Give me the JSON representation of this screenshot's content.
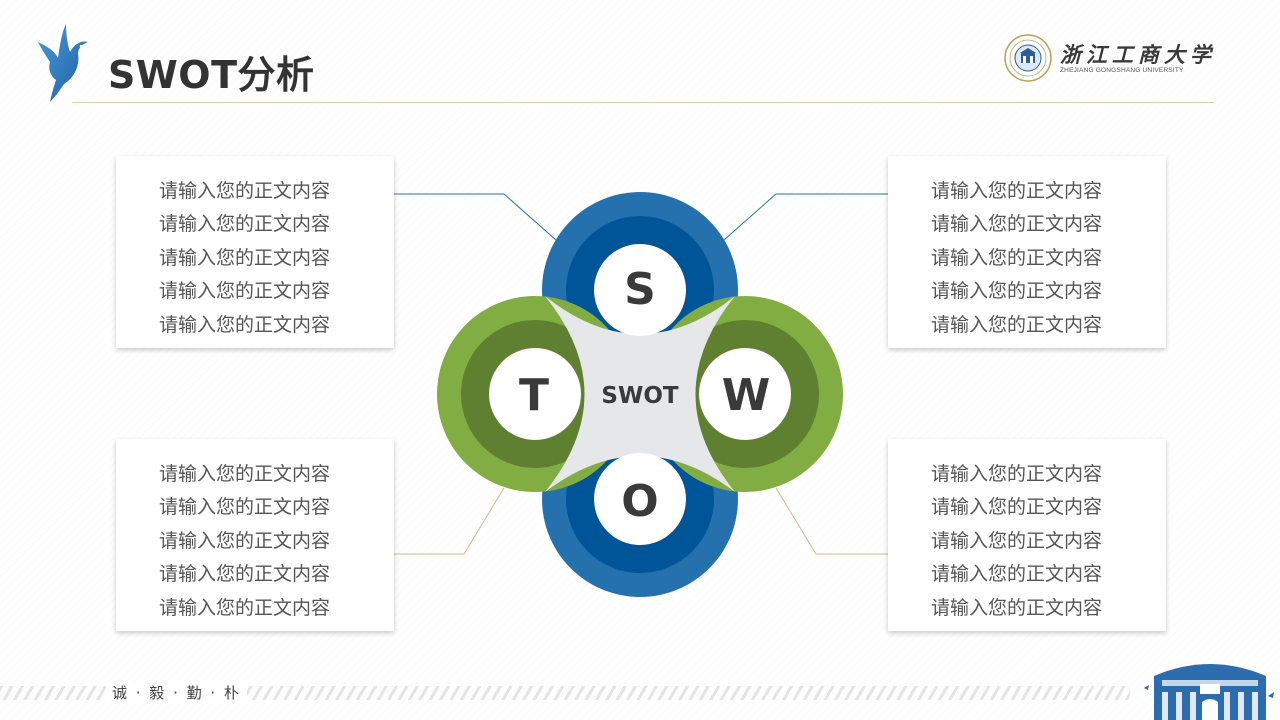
{
  "header": {
    "title": "SWOT分析",
    "logo_cn": "浙江工商大学",
    "logo_en": "ZHEJIANG GONGSHANG UNIVERSITY"
  },
  "swot": {
    "center": "SWOT",
    "letters": {
      "s": "S",
      "w": "W",
      "o": "O",
      "t": "T"
    }
  },
  "boxes": {
    "top_left": [
      "请输入您的正文内容",
      "请输入您的正文内容",
      "请输入您的正文内容",
      "请输入您的正文内容",
      "请输入您的正文内容"
    ],
    "top_right": [
      "请输入您的正文内容",
      "请输入您的正文内容",
      "请输入您的正文内容",
      "请输入您的正文内容",
      "请输入您的正文内容"
    ],
    "bottom_left": [
      "请输入您的正文内容",
      "请输入您的正文内容",
      "请输入您的正文内容",
      "请输入您的正文内容",
      "请输入您的正文内容"
    ],
    "bottom_right": [
      "请输入您的正文内容",
      "请输入您的正文内容",
      "请输入您的正文内容",
      "请输入您的正文内容",
      "请输入您的正文内容"
    ]
  },
  "footer": {
    "motto": "诚 · 毅 · 勤 · 朴"
  },
  "colors": {
    "blue_outer": "#2571ae",
    "blue_inner": "#005599",
    "green_outer": "#82ad43",
    "green_inner": "#5f8030",
    "center_gray": "#e6e7e9",
    "title_text": "#333333",
    "rule_gold": "#d8cfa8"
  },
  "icons": {
    "header": "dove-icon",
    "logo": "university-seal-icon",
    "footer": "campus-gate-icon"
  }
}
